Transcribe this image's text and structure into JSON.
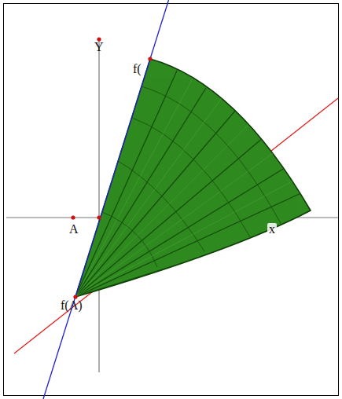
{
  "diagram": {
    "labels": [
      "Y",
      "f(",
      "A",
      "f(A)",
      "x"
    ]
  }
}
